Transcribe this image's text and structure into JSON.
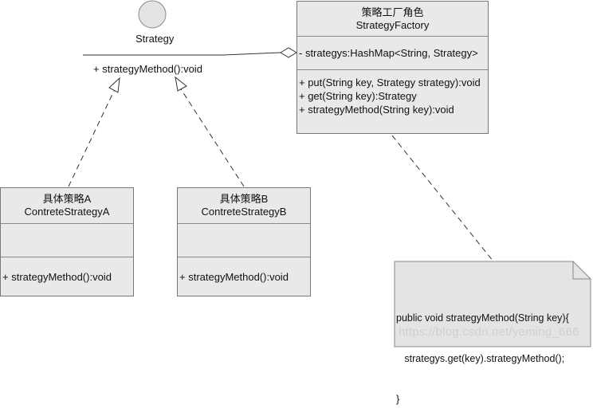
{
  "strategy": {
    "name": "Strategy",
    "method": "+ strategyMethod():void"
  },
  "factory": {
    "title_cn": "策略工厂角色",
    "title_en": "StrategyFactory",
    "attribute": "- strategys:HashMap<String, Strategy>",
    "operations": [
      "+ put(String key, Strategy strategy):void",
      "+ get(String key):Strategy",
      "+ strategyMethod(String key):void"
    ]
  },
  "concrete_a": {
    "title_cn": "具体策略A",
    "title_en": "ContreteStrategyA",
    "method": "+ strategyMethod():void"
  },
  "concrete_b": {
    "title_cn": "具体策略B",
    "title_en": "ContreteStrategyB",
    "method": "+ strategyMethod():void"
  },
  "note": {
    "lines": [
      "public void strategyMethod(String key){",
      "   strategys.get(key).strategyMethod();",
      "}"
    ]
  },
  "watermark": "https://blog.csdn.net/yeming_666",
  "colors": {
    "box_fill": "#e9e9e9",
    "border": "#777777",
    "note_fill": "#e4e4e4"
  }
}
